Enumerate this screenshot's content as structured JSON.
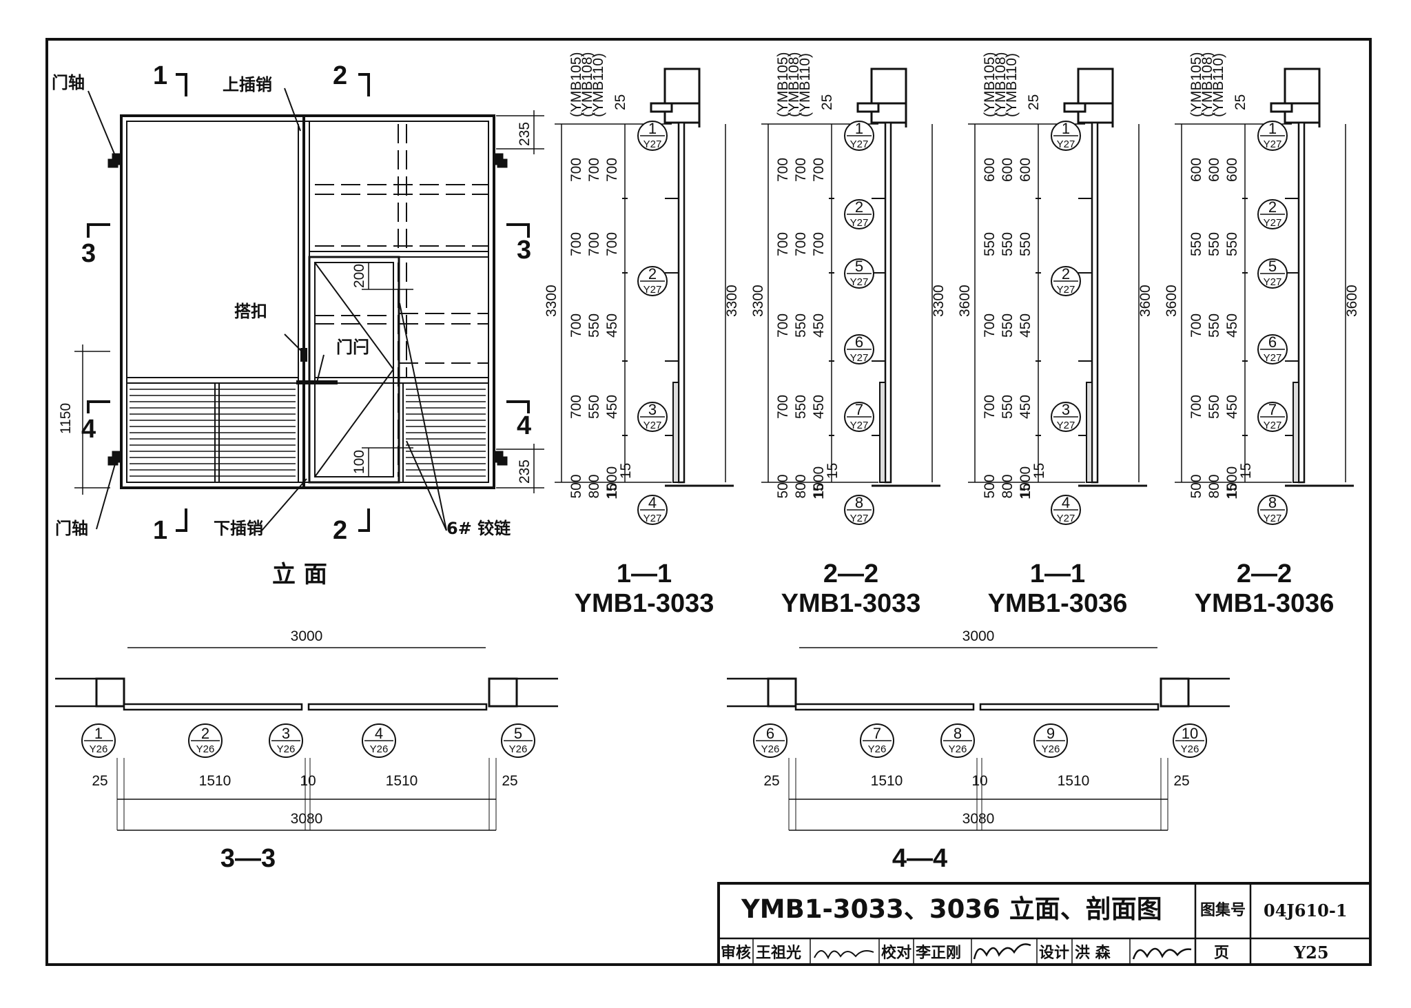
{
  "elevation": {
    "title": "立 面",
    "labels": {
      "door_axis": "门轴",
      "upper_bolt": "上插销",
      "latch": "搭扣",
      "door_bolt": "门闩",
      "lower_bolt": "下插销",
      "hinge": "6# 铰链"
    },
    "section_marks": {
      "s1": "1",
      "s2": "2",
      "s3": "3",
      "s4": "4"
    },
    "dims": {
      "d1150": "1150",
      "d235": "235",
      "d200": "200",
      "d100": "100"
    }
  },
  "sections": [
    {
      "id": "1—1",
      "model": "YMB1-3033",
      "header": [
        "(YMB105)",
        "(YMB108)",
        "(YMB110)"
      ],
      "top": "25",
      "rows": [
        [
          "700",
          "700",
          "700"
        ],
        [
          "700",
          "700",
          "700"
        ],
        [
          "700",
          "550",
          "450"
        ],
        [
          "700",
          "550",
          "450"
        ],
        [
          "500",
          "800",
          "1000"
        ]
      ],
      "total": "3300",
      "bottom": [
        "15",
        "15"
      ],
      "bubbles": [
        {
          "num": "1",
          "ref": "Y27"
        },
        {
          "num": "2",
          "ref": "Y27"
        },
        {
          "num": "3",
          "ref": "Y27"
        },
        {
          "num": "4",
          "ref": "Y27"
        }
      ]
    },
    {
      "id": "2—2",
      "model": "YMB1-3033",
      "header": [
        "(YMB105)",
        "(YMB108)",
        "(YMB110)"
      ],
      "top": "25",
      "rows": [
        [
          "700",
          "700",
          "700"
        ],
        [
          "700",
          "700",
          "700"
        ],
        [
          "700",
          "550",
          "450"
        ],
        [
          "700",
          "550",
          "450"
        ],
        [
          "500",
          "800",
          "1000"
        ]
      ],
      "total": "3300",
      "bottom": [
        "15",
        "15"
      ],
      "bubbles": [
        {
          "num": "1",
          "ref": "Y27"
        },
        {
          "num": "2",
          "ref": "Y27"
        },
        {
          "num": "5",
          "ref": "Y27"
        },
        {
          "num": "6",
          "ref": "Y27"
        },
        {
          "num": "7",
          "ref": "Y27"
        },
        {
          "num": "8",
          "ref": "Y27"
        }
      ]
    },
    {
      "id": "1—1",
      "model": "YMB1-3036",
      "header": [
        "(YMB105)",
        "(YMB108)",
        "(YMB110)"
      ],
      "top": "25",
      "rows": [
        [
          "600",
          "600",
          "600"
        ],
        [
          "550",
          "550",
          "550"
        ],
        [
          "700",
          "550",
          "450"
        ],
        [
          "700",
          "550",
          "450"
        ],
        [
          "500",
          "800",
          "1000"
        ]
      ],
      "total": "3600",
      "bottom": [
        "15",
        "15"
      ],
      "bubbles": [
        {
          "num": "1",
          "ref": "Y27"
        },
        {
          "num": "2",
          "ref": "Y27"
        },
        {
          "num": "3",
          "ref": "Y27"
        },
        {
          "num": "4",
          "ref": "Y27"
        }
      ]
    },
    {
      "id": "2—2",
      "model": "YMB1-3036",
      "header": [
        "(YMB105)",
        "(YMB108)",
        "(YMB110)"
      ],
      "top": "25",
      "rows": [
        [
          "600",
          "600",
          "600"
        ],
        [
          "550",
          "550",
          "550"
        ],
        [
          "700",
          "550",
          "450"
        ],
        [
          "700",
          "550",
          "450"
        ],
        [
          "500",
          "800",
          "1000"
        ]
      ],
      "total": "3600",
      "bottom": [
        "15",
        "15"
      ],
      "bubbles": [
        {
          "num": "1",
          "ref": "Y27"
        },
        {
          "num": "2",
          "ref": "Y27"
        },
        {
          "num": "5",
          "ref": "Y27"
        },
        {
          "num": "6",
          "ref": "Y27"
        },
        {
          "num": "7",
          "ref": "Y27"
        },
        {
          "num": "8",
          "ref": "Y27"
        }
      ]
    }
  ],
  "plans": [
    {
      "id": "3—3",
      "top_dim": "3000",
      "parts": [
        "25",
        "1510",
        "10",
        "1510",
        "25"
      ],
      "total": "3080",
      "bubbles": [
        {
          "num": "1",
          "ref": "Y26"
        },
        {
          "num": "2",
          "ref": "Y26"
        },
        {
          "num": "3",
          "ref": "Y26"
        },
        {
          "num": "4",
          "ref": "Y26"
        },
        {
          "num": "5",
          "ref": "Y26"
        }
      ]
    },
    {
      "id": "4—4",
      "top_dim": "3000",
      "parts": [
        "25",
        "1510",
        "10",
        "1510",
        "25"
      ],
      "total": "3080",
      "bubbles": [
        {
          "num": "6",
          "ref": "Y26"
        },
        {
          "num": "7",
          "ref": "Y26"
        },
        {
          "num": "8",
          "ref": "Y26"
        },
        {
          "num": "9",
          "ref": "Y26"
        },
        {
          "num": "10",
          "ref": "Y26"
        }
      ]
    }
  ],
  "title_block": {
    "title": "YMB1-3033、3036 立面、剖面图",
    "atlas_label": "图集号",
    "atlas_no": "04J610-1",
    "page_label": "页",
    "page_no": "Y25",
    "review_label": "审核",
    "review_name": "王祖光",
    "check_label": "校对",
    "check_name": "李正刚",
    "design_label": "设计",
    "design_name": "洪  森"
  }
}
